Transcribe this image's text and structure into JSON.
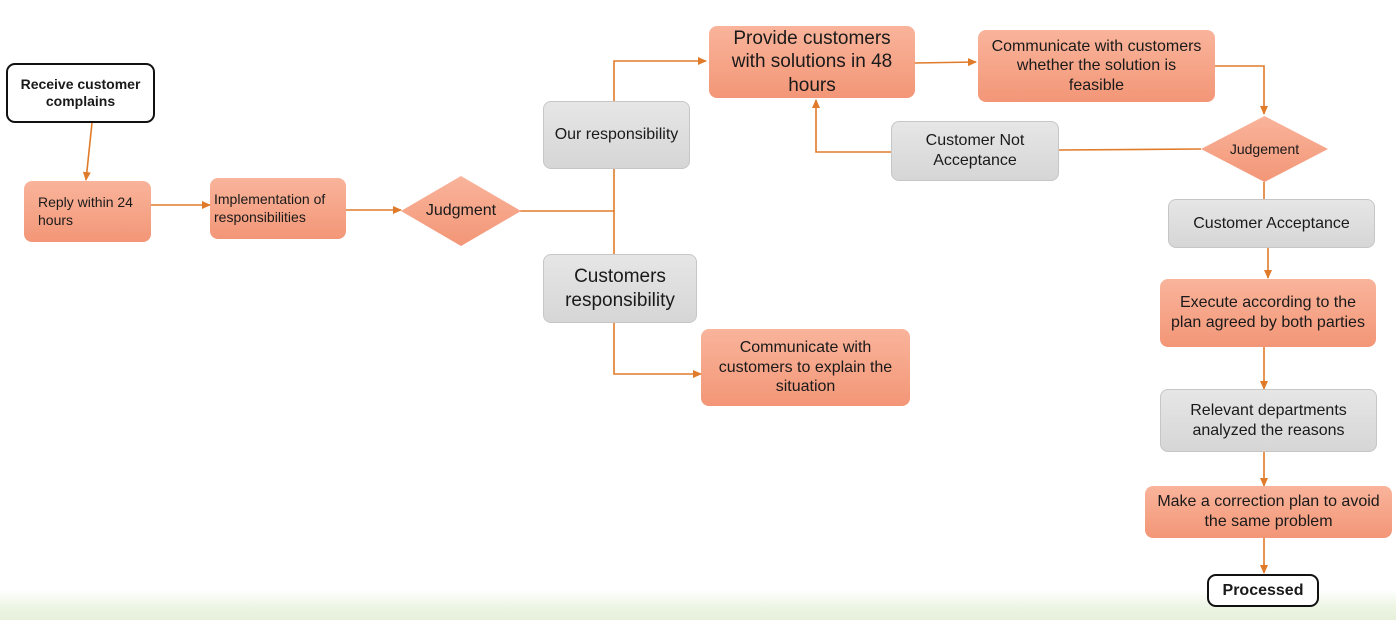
{
  "nodes": {
    "receive": "Receive customer complains",
    "reply": "Reply within 24 hours",
    "implementation": "Implementation of responsibilities",
    "judgment": "Judgment",
    "our_resp": "Our responsibility",
    "cust_resp": "Customers responsibility",
    "provide": "Provide customers with solutions in 48 hours",
    "communicate_feasible": "Communicate with customers whether the solution is feasible",
    "not_acceptance": "Customer Not Acceptance",
    "judgement2": "Judgement",
    "acceptance": "Customer Acceptance",
    "communicate_explain": "Communicate with customers to explain the situation",
    "execute": "Execute according to the plan agreed by both parties",
    "relevant": "Relevant departments analyzed the reasons",
    "correction": "Make a correction plan to avoid the same problem",
    "processed": "Processed"
  },
  "colors": {
    "process_fill": "#f5a083",
    "neutral_fill": "#dcdcdc",
    "connector": "#e07b2a",
    "terminal_border": "#111111"
  }
}
